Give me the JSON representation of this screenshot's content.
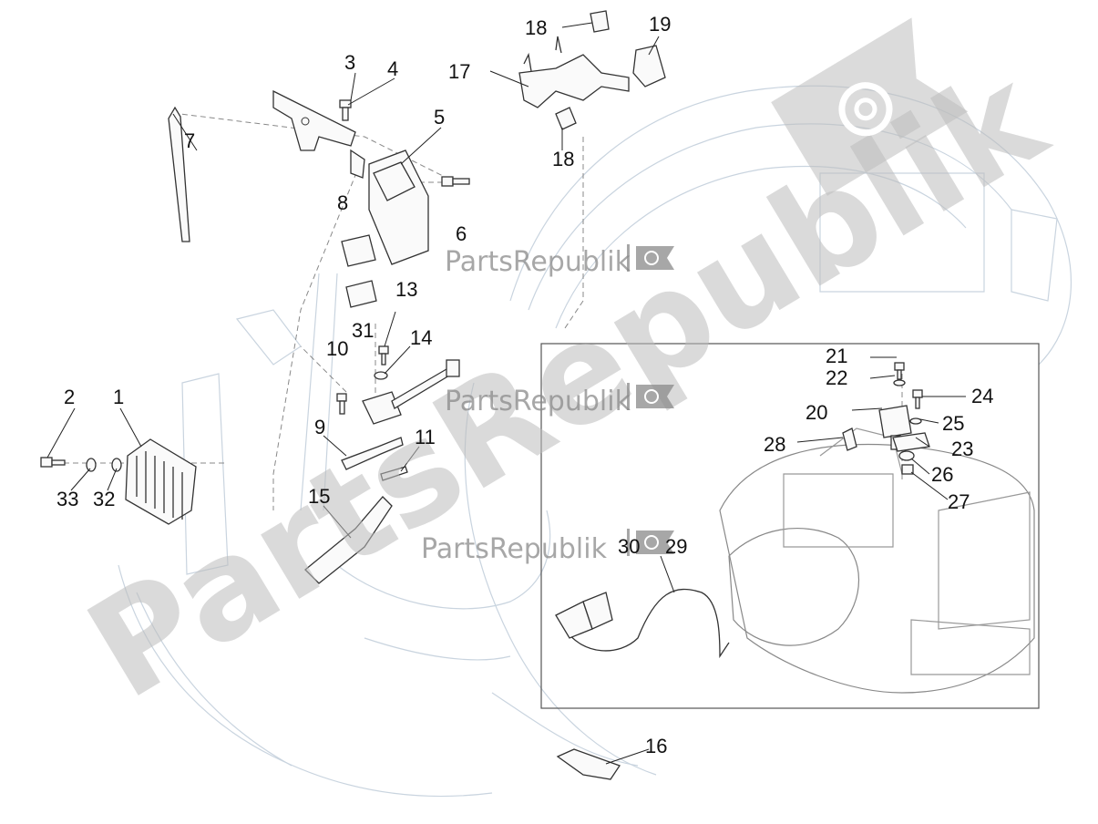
{
  "watermark": {
    "brand_small": "PartsRepublik",
    "brand_large": "PartsRepublik",
    "gear_icon": "gear-icon",
    "flag_icon": "flag-icon"
  },
  "labels": {
    "n1": "1",
    "n2": "2",
    "n3": "3",
    "n4": "4",
    "n5": "5",
    "n6": "6",
    "n7": "7",
    "n8": "8",
    "n9": "9",
    "n10": "10",
    "n11": "11",
    "n13": "13",
    "n14": "14",
    "n15": "15",
    "n16": "16",
    "n17": "17",
    "n18": "18",
    "n19": "19",
    "n20": "20",
    "n21": "21",
    "n22": "22",
    "n23": "23",
    "n24": "24",
    "n25": "25",
    "n26": "26",
    "n27": "27",
    "n28": "28",
    "n29": "29",
    "n30": "30",
    "n31": "31",
    "n32": "32",
    "n33": "33"
  }
}
